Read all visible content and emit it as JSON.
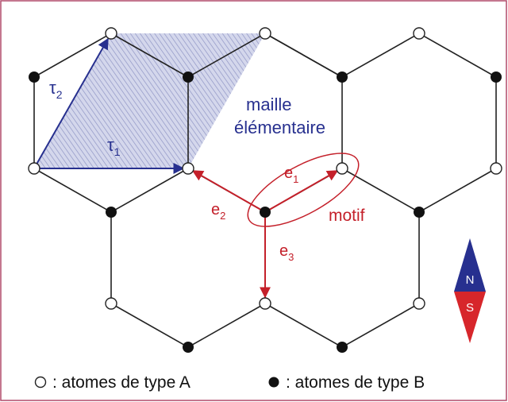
{
  "labels": {
    "tau2": "τ",
    "tau2_sub": "2",
    "tau1": "τ",
    "tau1_sub": "1",
    "maille_line1": "maille",
    "maille_line2": "élémentaire",
    "e1": "e",
    "e1_sub": "1",
    "e2": "e",
    "e2_sub": "2",
    "e3": "e",
    "e3_sub": "3",
    "motif": "motif",
    "compass_n": "N",
    "compass_s": "S"
  },
  "legend": {
    "type_a_text": ": atomes de type A",
    "type_b_text": ": atomes de type B"
  },
  "colors": {
    "frame": "#b04a6a",
    "bond": "#222222",
    "lattice_vector": "#27308f",
    "cell_fill": "#c9cde6",
    "motif_vector": "#c4202a",
    "compass_north": "#27308f",
    "compass_south": "#d7262b"
  }
}
